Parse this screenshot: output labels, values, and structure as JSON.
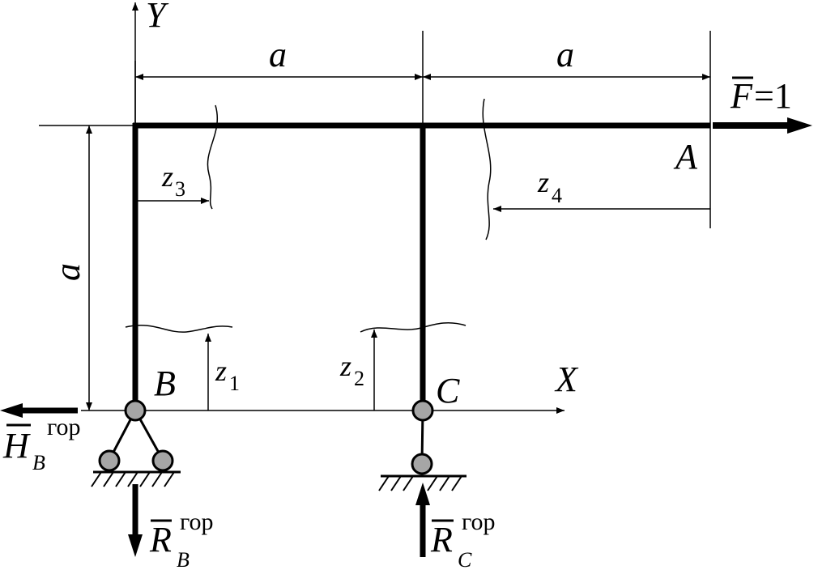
{
  "axes": {
    "y_label": "Y",
    "x_label": "X"
  },
  "dimensions": {
    "top_left": "a",
    "top_right": "a",
    "left_vertical": "a"
  },
  "points": {
    "a_label": "A",
    "b_label": "B",
    "c_label": "C"
  },
  "force": {
    "symbol": "F",
    "equals": "=1"
  },
  "coordinates": {
    "z1": {
      "letter": "z",
      "index": "1"
    },
    "z2": {
      "letter": "z",
      "index": "2"
    },
    "z3": {
      "letter": "z",
      "index": "3"
    },
    "z4": {
      "letter": "z",
      "index": "4"
    }
  },
  "reactions": {
    "h_b": {
      "symbol": "H",
      "subscript": "B",
      "superscript": "гор"
    },
    "r_b": {
      "symbol": "R",
      "subscript": "B",
      "superscript": "гор"
    },
    "r_c": {
      "symbol": "R",
      "subscript": "C",
      "superscript": "гор"
    }
  },
  "colors": {
    "ink": "#000000",
    "hinge_fill": "#a6a6a6"
  }
}
